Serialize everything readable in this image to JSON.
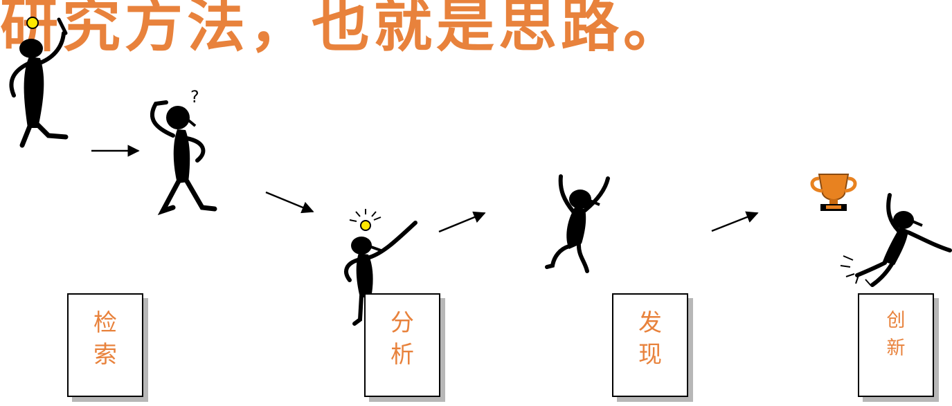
{
  "slide": {
    "title": "研究方法，也就是思路。",
    "title_color": "#E8823C",
    "steps": [
      {
        "line1": "检",
        "line2": "索"
      },
      {
        "line1": "分",
        "line2": "析"
      },
      {
        "line1": "发",
        "line2": "现"
      },
      {
        "line1": "创",
        "line2": "新"
      }
    ],
    "icons": [
      "thinking-person-with-lightbulb-icon",
      "question-mark-person-icon",
      "idea-person-icon",
      "jumping-person-icon",
      "trophy-icon",
      "celebrating-person-icon"
    ]
  }
}
